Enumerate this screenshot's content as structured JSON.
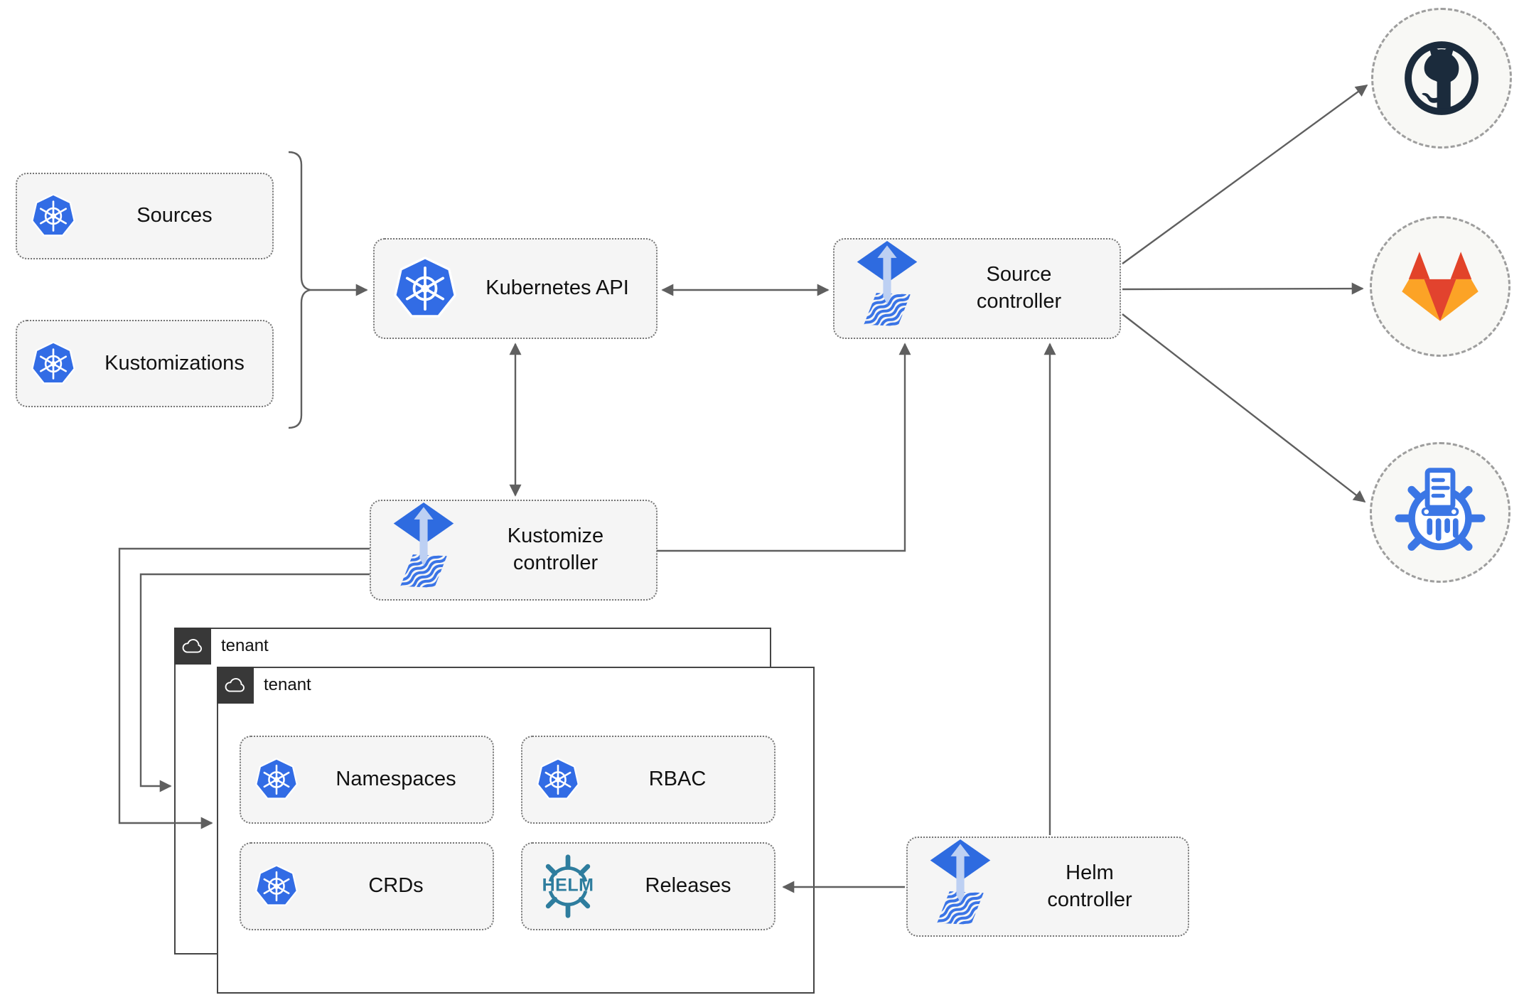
{
  "nodes": {
    "sources": {
      "label": "Sources",
      "icon": "kubernetes-icon"
    },
    "kustomizations": {
      "label": "Kustomizations",
      "icon": "kubernetes-icon"
    },
    "kubernetes_api": {
      "label": "Kubernetes API",
      "icon": "kubernetes-icon"
    },
    "source_controller": {
      "label": "Source controller",
      "icon": "flux-icon"
    },
    "kustomize_controller": {
      "label": "Kustomize controller",
      "icon": "flux-icon"
    },
    "helm_controller": {
      "label": "Helm controller",
      "icon": "flux-icon"
    },
    "namespaces": {
      "label": "Namespaces",
      "icon": "kubernetes-icon"
    },
    "rbac": {
      "label": "RBAC",
      "icon": "kubernetes-icon"
    },
    "crds": {
      "label": "CRDs",
      "icon": "kubernetes-icon"
    },
    "releases": {
      "label": "Releases",
      "icon": "helm-icon",
      "icon_text": "HELM"
    }
  },
  "groups": {
    "tenant_back": {
      "label": "tenant",
      "icon": "cloud-icon"
    },
    "tenant_front": {
      "label": "tenant",
      "icon": "cloud-icon"
    }
  },
  "external": {
    "github": {
      "icon": "github-icon"
    },
    "gitlab": {
      "icon": "gitlab-icon"
    },
    "helm_repository": {
      "icon": "helm-repository-icon"
    }
  },
  "connections": [
    {
      "from": "sources+kustomizations",
      "to": "kubernetes_api",
      "arrow": "single"
    },
    {
      "from": "kubernetes_api",
      "to": "source_controller",
      "arrow": "double"
    },
    {
      "from": "kubernetes_api",
      "to": "kustomize_controller",
      "arrow": "double"
    },
    {
      "from": "kustomize_controller",
      "to": "source_controller",
      "arrow": "single"
    },
    {
      "from": "kustomize_controller",
      "to": "tenant_front",
      "arrow": "single"
    },
    {
      "from": "kustomize_controller",
      "to": "tenant_back",
      "arrow": "single"
    },
    {
      "from": "helm_controller",
      "to": "source_controller",
      "arrow": "single"
    },
    {
      "from": "helm_controller",
      "to": "releases",
      "arrow": "single"
    },
    {
      "from": "source_controller",
      "to": "github",
      "arrow": "single"
    },
    {
      "from": "source_controller",
      "to": "gitlab",
      "arrow": "single"
    },
    {
      "from": "source_controller",
      "to": "helm_repository",
      "arrow": "single"
    }
  ],
  "colors": {
    "kubernetes_blue": "#326CE5",
    "flux_blue": "#2E6BE0",
    "flux_arrow_light": "#BDD0F3",
    "helm_teal": "#2E7D9E",
    "github_dark": "#1B2B3C",
    "gitlab_red": "#E24329",
    "gitlab_orange": "#FC6D26",
    "gitlab_yellow": "#FCA326",
    "repo_icon_blue": "#3B76E5",
    "node_fill": "#F5F5F5",
    "node_border": "#757575",
    "arrow_gray": "#5F5F5F",
    "tenant_tab": "#383838",
    "tenant_border": "#454545",
    "circle_fill": "#F8F8F5",
    "text": "#111111"
  }
}
